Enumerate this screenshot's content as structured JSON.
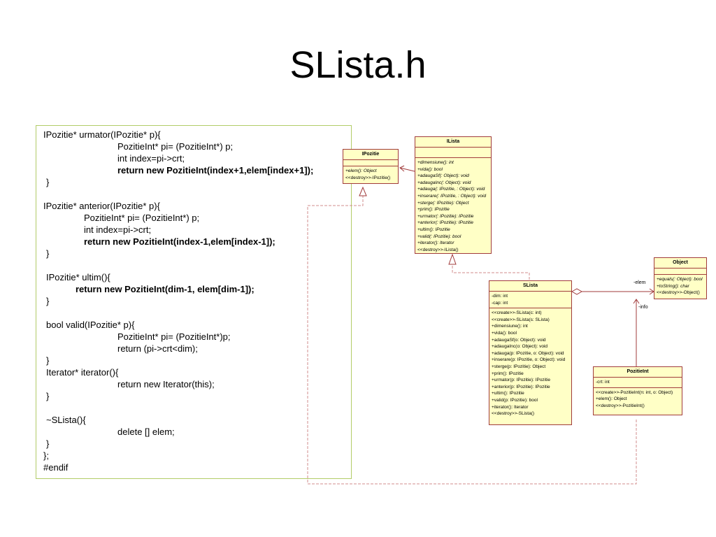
{
  "slide": {
    "title": "SLista.h"
  },
  "code": {
    "lines": [
      {
        "text": "IPozitie* urmator(IPozitie* p){",
        "indent": 10,
        "bold": false
      },
      {
        "text": "PozitieInt* pi= (PozitieInt*) p;",
        "indent": 116,
        "bold": false
      },
      {
        "text": "int index=pi->crt;",
        "indent": 116,
        "bold": false
      },
      {
        "text": "return new PozitieInt(index+1,elem[index+1]);",
        "indent": 116,
        "bold": true
      },
      {
        "text": "}",
        "indent": 14,
        "bold": false
      },
      {
        "text": "",
        "indent": 0,
        "bold": false
      },
      {
        "text": "IPozitie* anterior(IPozitie* p){",
        "indent": 10,
        "bold": false
      },
      {
        "text": "PozitieInt* pi= (PozitieInt*) p;",
        "indent": 68,
        "bold": false
      },
      {
        "text": "int index=pi->crt;",
        "indent": 68,
        "bold": false
      },
      {
        "text": "return new PozitieInt(index-1,elem[index-1]);",
        "indent": 68,
        "bold": true
      },
      {
        "text": "}",
        "indent": 14,
        "bold": false
      },
      {
        "text": "",
        "indent": 0,
        "bold": false
      },
      {
        "text": "IPozitie* ultim(){",
        "indent": 14,
        "bold": false
      },
      {
        "text": "return new PozitieInt(dim-1, elem[dim-1]);",
        "indent": 56,
        "bold": true
      },
      {
        "text": "}",
        "indent": 14,
        "bold": false
      },
      {
        "text": "",
        "indent": 0,
        "bold": false
      },
      {
        "text": "bool valid(IPozitie* p){",
        "indent": 14,
        "bold": false
      },
      {
        "text": "PozitieInt* pi= (PozitieInt*)p;",
        "indent": 116,
        "bold": false
      },
      {
        "text": "return (pi->crt<dim);",
        "indent": 116,
        "bold": false
      },
      {
        "text": "}",
        "indent": 14,
        "bold": false
      },
      {
        "text": "Iterator*  iterator(){",
        "indent": 14,
        "bold": false
      },
      {
        "text": "return new Iterator(this);",
        "indent": 116,
        "bold": false
      },
      {
        "text": "}",
        "indent": 14,
        "bold": false
      },
      {
        "text": "",
        "indent": 0,
        "bold": false
      },
      {
        "text": "~SLista(){",
        "indent": 14,
        "bold": false
      },
      {
        "text": "delete [] elem;",
        "indent": 116,
        "bold": false
      },
      {
        "text": "}",
        "indent": 14,
        "bold": false
      },
      {
        "text": "};",
        "indent": 10,
        "bold": false
      },
      {
        "text": "#endif",
        "indent": 10,
        "bold": false
      }
    ]
  },
  "uml": {
    "colors": {
      "fill": "#ffffc6",
      "border": "#a13b3b",
      "dashed": "#d28c8c"
    },
    "ipozitie": {
      "name": "IPozitie",
      "ops": [
        "+elem(): Object",
        "<<destroy>>-IPozitie()"
      ]
    },
    "ilista": {
      "name": "ILista",
      "ops": [
        "+dimensiune(): int",
        "+vida(): bool",
        "+adaugaSf(: Object): void",
        "+adaugaInc(: Object): void",
        "+adauga(: IPozitie, : Object): void",
        "+inserare(: IPozitie, : Object): void",
        "+sterge(: IPozitie): Object",
        "+prim(): IPozitie",
        "+urmator(: IPozitie): IPozitie",
        "+anterior(: IPozitie): IPozitie",
        "+ultim(): IPozitie",
        "+valid(: IPozitie): bool",
        "+iterator(): Iterator",
        "<<destroy>>-ILista()"
      ]
    },
    "object": {
      "name": "Object",
      "ops": [
        "+equals(: Object): bool",
        "+toString(): char",
        "<<destroy>>-Object()"
      ]
    },
    "slista": {
      "name": "SLista",
      "attrs": [
        "-dim: int",
        "-cap: int"
      ],
      "ops": [
        "<<create>>-SLista(c: int)",
        "<<create>>-SLista(s: SLista)",
        "+dimensiune(): int",
        "+vida(): bool",
        "+adaugaSf(o: Object): void",
        "+adaugaInc(o: Object): void",
        "+adauga(p: IPozitie, o: Object): void",
        "+inserare(p: IPozitie, o: Object): void",
        "+sterge(p: IPozitie): Object",
        "+prim(): IPozitie",
        "+urmator(p: IPozitie): IPozitie",
        "+anterior(p: IPozitie): IPozitie",
        "+ultim(): IPozitie",
        "+valid(p: IPozitie): bool",
        "+iterator(): Iterator",
        "<<destroy>>-SLista()"
      ]
    },
    "pozitieint": {
      "name": "PozitieInt",
      "attrs": [
        "-crt: int"
      ],
      "ops": [
        "<<create>>-PozitieInt(n: int, o: Object)",
        "+elem(): Object",
        "<<destroy>>-PozitieInt()"
      ]
    },
    "labels": {
      "elem": "-elem",
      "info": "-info"
    }
  }
}
